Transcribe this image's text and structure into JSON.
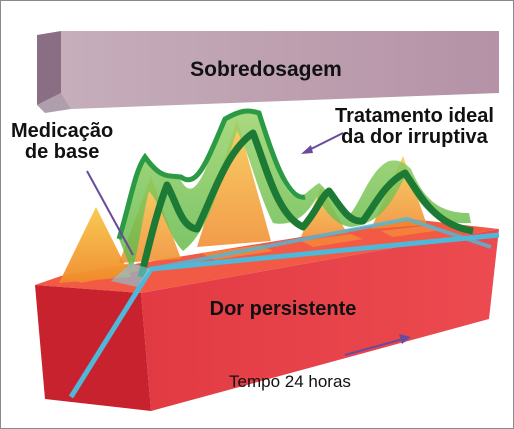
{
  "labels": {
    "overdose": "Sobredosagem",
    "ideal_treatment_line1": "Tratamento ideal",
    "ideal_treatment_line2": "da dor irruptiva",
    "baseline_medication_line1": "Medicação",
    "baseline_medication_line2": "de base",
    "persistent_pain": "Dor persistente",
    "time_axis": "Tempo 24 horas"
  },
  "colors": {
    "overdose_block": "#b79aaa",
    "persistent_pain_block": "#e8424a",
    "breakthrough_peaks": "#f0a030",
    "ideal_treatment_band": "#1f8a3a",
    "baseline_medication_line": "#4fb8d8",
    "arrows": "#6a4a9a"
  }
}
